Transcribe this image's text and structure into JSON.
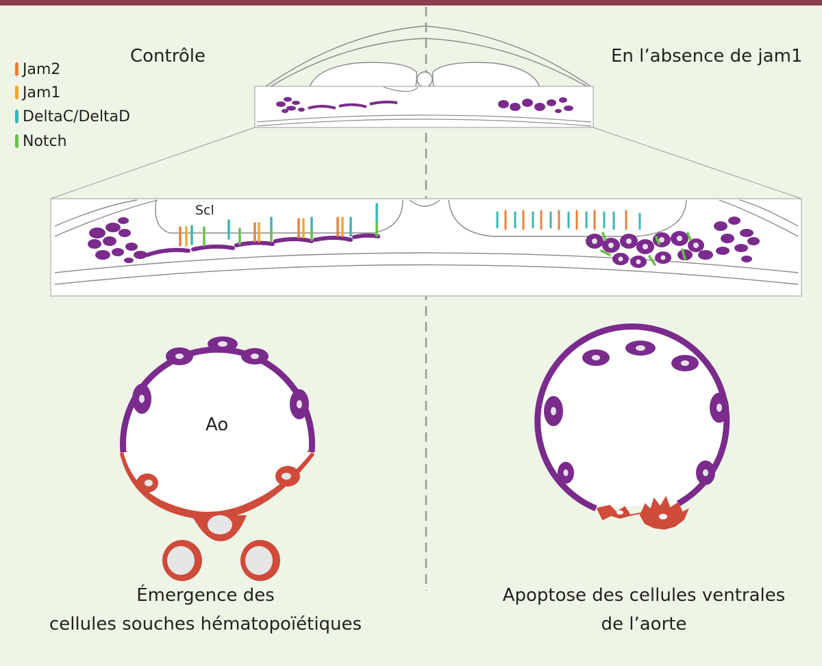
{
  "colors": {
    "background": "#eef4e6",
    "top_bar": "#8c3d4d",
    "endothelium": "#7a2b8c",
    "hemogenic": "#cf4b3a",
    "jam2": "#e8803a",
    "jam1": "#f0a830",
    "delta": "#3bb5b5",
    "notch": "#6abf4b"
  },
  "labels": {
    "left_title": "Contrôle",
    "right_title": "En l’absence de jam1",
    "scl": "Scl",
    "aorta": "Ao"
  },
  "legend": [
    {
      "label": "Jam2",
      "color": "#e8803a"
    },
    {
      "label": "Jam1",
      "color": "#f0a830"
    },
    {
      "label": "DeltaC/DeltaD",
      "color": "#3bb5b5"
    },
    {
      "label": "Notch",
      "color": "#6abf4b"
    }
  ],
  "captions": {
    "left_line1": "Émergence des",
    "left_line2": "cellules souches hématopoïétiques",
    "right_line1": "Apoptose des cellules ventrales",
    "right_line2": "de l’aorte"
  }
}
